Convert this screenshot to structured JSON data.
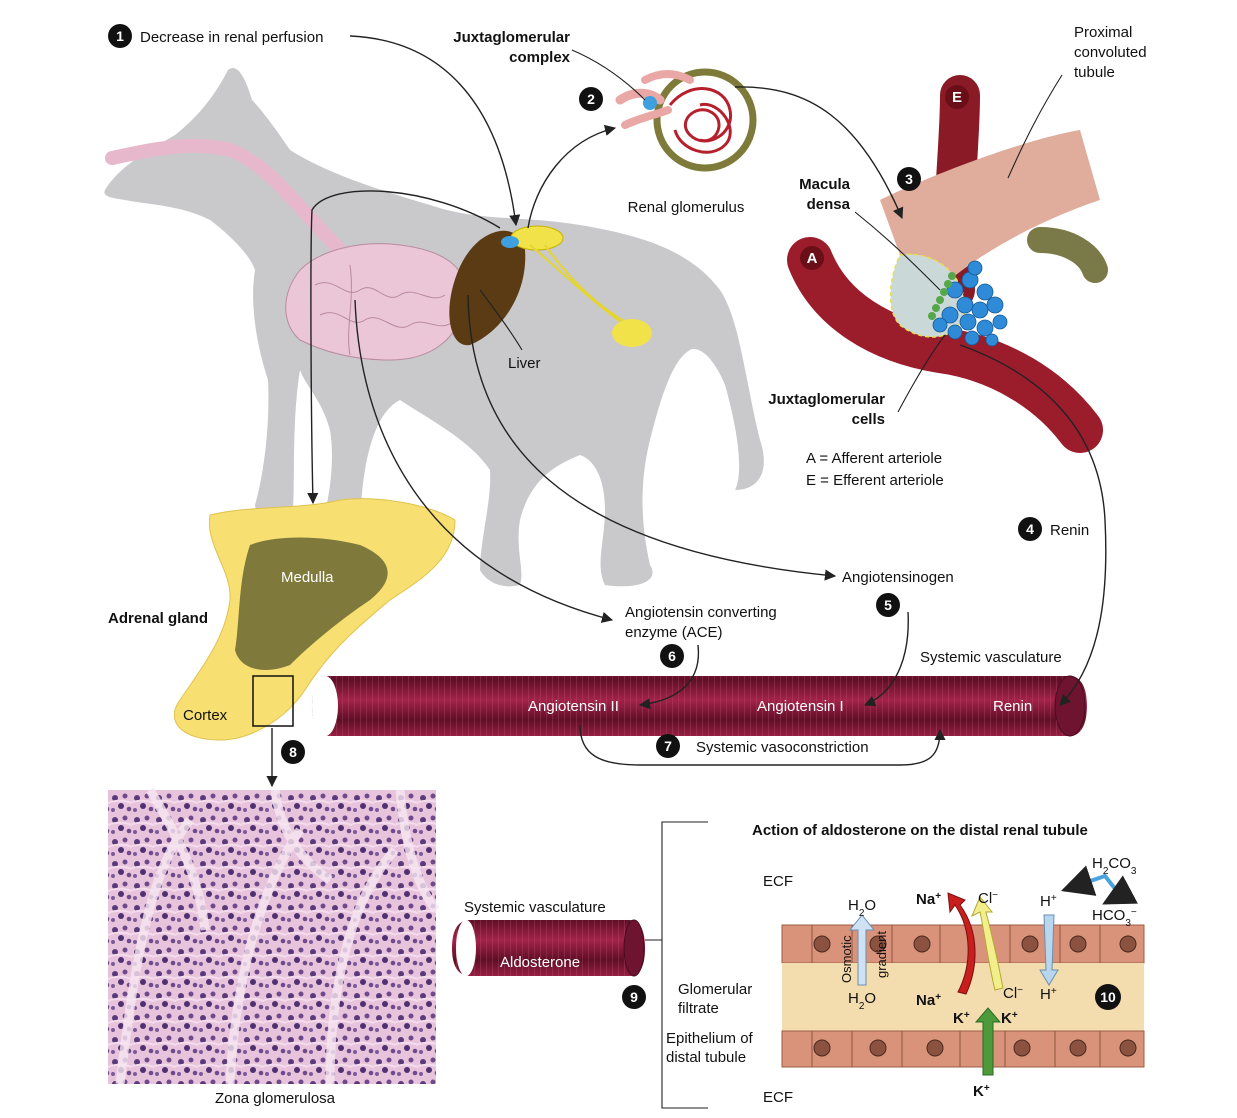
{
  "steps": {
    "s1": {
      "num": "1",
      "label": "Decrease in renal perfusion"
    },
    "s2": {
      "num": "2"
    },
    "s3": {
      "num": "3"
    },
    "s4": {
      "num": "4",
      "label": "Renin"
    },
    "s5": {
      "num": "5"
    },
    "s6": {
      "num": "6"
    },
    "s7": {
      "num": "7",
      "label": "Systemic vasoconstriction"
    },
    "s8": {
      "num": "8"
    },
    "s9": {
      "num": "9"
    },
    "s10": {
      "num": "10"
    }
  },
  "labels": {
    "jg_complex_1": "Juxtaglomerular",
    "jg_complex_2": "complex",
    "renal_glomerulus": "Renal glomerulus",
    "pct_1": "Proximal",
    "pct_2": "convoluted",
    "pct_3": "tubule",
    "macula_1": "Macula",
    "macula_2": "densa",
    "jg_cells_1": "Juxtaglomerular",
    "jg_cells_2": "cells",
    "legend_a": "A = Afferent arteriole",
    "legend_e": "E = Efferent arteriole",
    "arteriole_a": "A",
    "arteriole_e": "E",
    "liver": "Liver",
    "medulla": "Medulla",
    "adrenal_gland": "Adrenal gland",
    "cortex": "Cortex",
    "angiotensinogen": "Angiotensinogen",
    "ace_1": "Angiotensin converting",
    "ace_2": "enzyme (ACE)",
    "systemic_vasculature_top": "Systemic vasculature",
    "angiotensin_ii": "Angiotensin II",
    "angiotensin_i": "Angiotensin I",
    "renin_vessel": "Renin",
    "zona": "Zona glomerulosa",
    "systemic_vasculature_bottom": "Systemic vasculature",
    "aldosterone": "Aldosterone"
  },
  "tubule": {
    "title": "Action of aldosterone on the distal renal tubule",
    "ecf_top": "ECF",
    "ecf_bottom": "ECF",
    "glom_filtrate_1": "Glomerular",
    "glom_filtrate_2": "filtrate",
    "epithelium_1": "Epithelium of",
    "epithelium_2": "distal tubule",
    "osmotic_1": "Osmotic",
    "osmotic_2": "gradient"
  },
  "colors": {
    "vessel": "#8a1a3a",
    "adrenal_cortex": "#f7df72",
    "adrenal_medulla": "#7f7a3c",
    "dog": "#c9c9cc",
    "liver": "#5a3b14",
    "tubule_cells": "#d9937a",
    "filtrate": "#f3dcae",
    "na_arrow": "#c81e1e",
    "cl_arrow": "#f3ee8c",
    "k_arrow": "#4c9a3a",
    "h_arrow": "#b8d6ee",
    "bicarb_arrow": "#4aa3e0"
  }
}
